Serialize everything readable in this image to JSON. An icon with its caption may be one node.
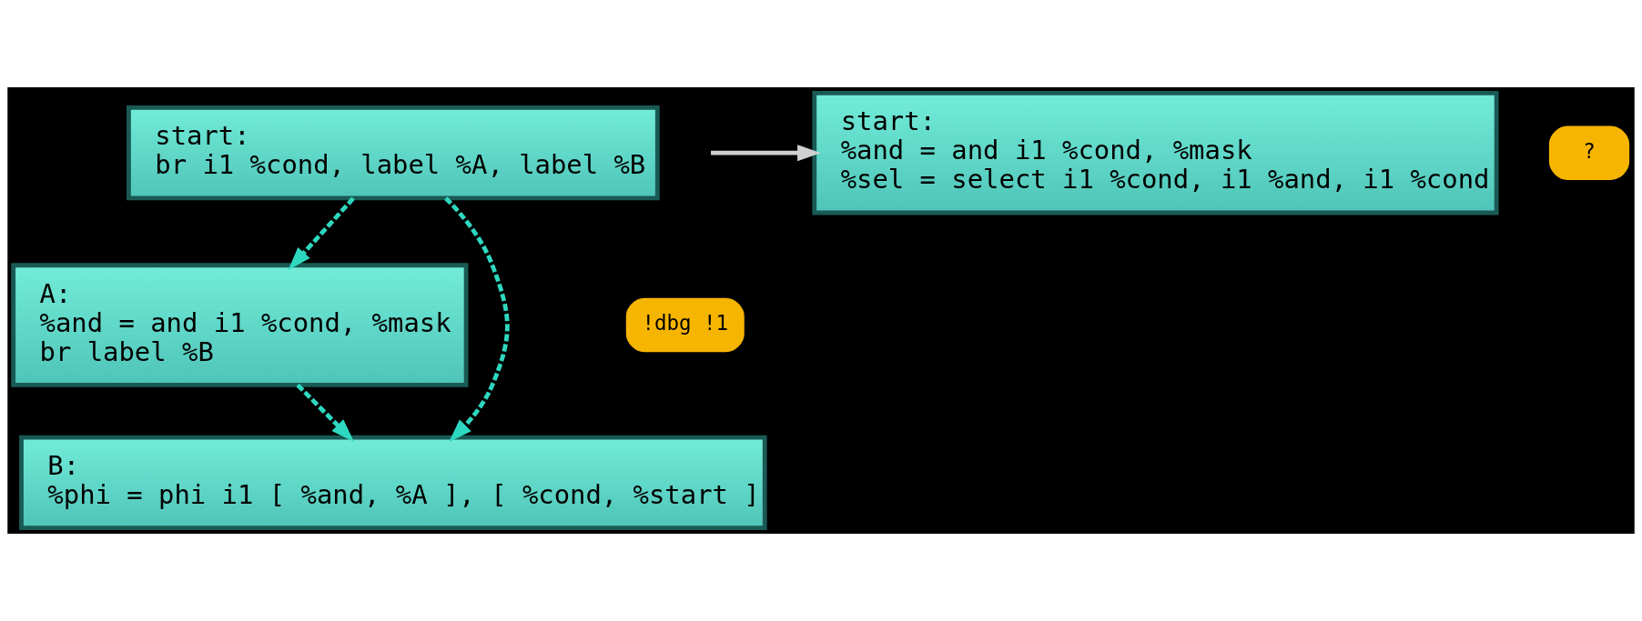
{
  "diagram": {
    "nodes": [
      {
        "text": [
          "start:",
          "br i1 %cond, label %A, label %B"
        ]
      },
      {
        "text": [
          "A:",
          "%and = and i1 %cond, %mask",
          "br label %B"
        ]
      },
      {
        "text": [
          "!dbg !1"
        ]
      },
      {
        "text": [
          "B:",
          "%phi = phi i1 [ %and, %A ], [ %cond, %start ]"
        ]
      },
      {
        "text": [
          "start:",
          "%and = and i1 %cond, %mask",
          "%sel = select i1 %cond, i1 %and, i1 %cond"
        ]
      },
      {
        "text": [
          "?"
        ]
      }
    ],
    "edges": [
      {
        "from": 0,
        "to": 1,
        "arrow": "to",
        "style": "dashed"
      },
      {
        "from": 0,
        "to": 3,
        "arrow": "to",
        "style": "dashed"
      },
      {
        "from": 1,
        "to": 3,
        "arrow": "to",
        "style": "dashed"
      },
      {
        "from": null,
        "to": 4,
        "arrow": "to",
        "color": "#d0d0d0"
      }
    ]
  }
}
